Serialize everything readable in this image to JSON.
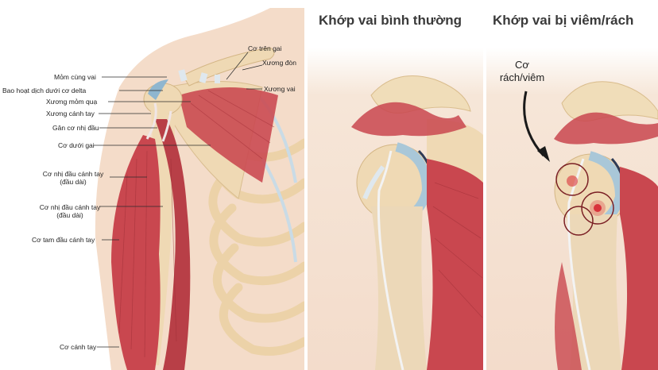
{
  "anatomy": {
    "labels": {
      "mom_cung_vai": "Mỏm cùng vai",
      "bao_hoat_dich": "Bao hoạt dịch dưới cơ delta",
      "xuong_mom_qua": "Xương mỏm quạ",
      "xuong_canh_tay": "Xương cánh tay",
      "gan_co_nhi_dau": "Gân cơ nhị đầu",
      "co_duoi_gai": "Cơ dưới gai",
      "co_nhi_dau_dai_1": "Cơ nhị đầu cánh tay",
      "co_nhi_dau_dai_2": "(đầu dài)",
      "co_nhi_dau_ngan_1": "Cơ nhị đầu cánh tay",
      "co_nhi_dau_ngan_2": "(đầu dài)",
      "co_tam_dau": "Cơ tam đầu cánh tay",
      "co_canh_tay": "Cơ cánh tay",
      "co_tren_gai": "Cơ trên gai",
      "xuong_don": "Xương đòn",
      "xuong_vai": "Xương vai"
    }
  },
  "normal": {
    "title": "Khớp vai bình thường"
  },
  "inflamed": {
    "title": "Khớp vai bị viêm/rách",
    "note_line1": "Cơ",
    "note_line2": "rách/viêm"
  },
  "colors": {
    "muscle": "#c9474f",
    "muscle_light": "#e07a7c",
    "bone": "#efd9b4",
    "skin": "#f4dcc9",
    "cartilage": "#a9c7d8",
    "inflammation": "#d8333b"
  }
}
